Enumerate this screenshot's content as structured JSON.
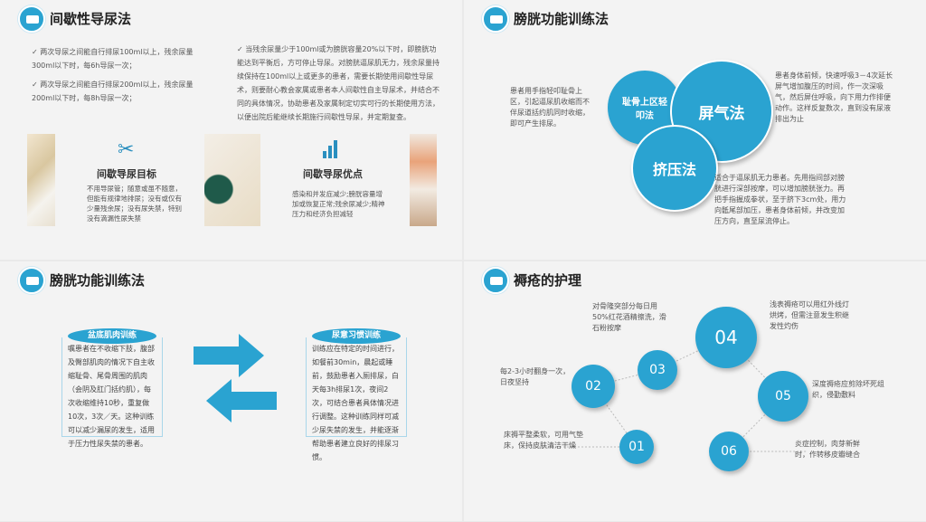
{
  "q1": {
    "title": "间歇性导尿法",
    "bullets_left": [
      "两次导尿之间能自行排尿100ml以上，残余尿量300ml以下时，每6h导尿一次；",
      "两次导尿之间能自行排尿200ml以上，残余尿量200ml以下时，每8h导尿一次；"
    ],
    "bullet_right": "当残余尿量少于100ml或为膀胱容量20%以下时，即膀胱功能达到平衡后，方可停止导尿。对膀胱逼尿肌无力，残余尿量持续保持在100ml以上或更多的患者，需要长期使用间歇性导尿术，则要耐心教会家属或患者本人间歇性自主导尿术，并结合不同的具体情况，协助患者及家属制定切实可行的长期使用方法，以便出院后能继续长期施行间歇性导尿，并定期复查。",
    "cards": [
      {
        "title": "间歇导尿目标",
        "text": "不用导尿管；随意或虽不随意，但能有规律地排尿；没有或仅有少量残余尿；没有尿失禁，特别没有滴漏性尿失禁",
        "icon": "tools-icon"
      },
      {
        "title": "间歇导尿优点",
        "text": "感染和并发症减少;膀胱容量增加或恢复正常;残余尿减少;精神压力和经济负担减轻",
        "icon": "chart-gear-icon"
      }
    ]
  },
  "q2": {
    "title": "膀胱功能训练法",
    "c1": "耻骨上区轻叩法",
    "c2": "屏气法",
    "c3": "挤压法",
    "t1": "患者用手指轻叩耻骨上区，引起逼尿肌收缩而不伴尿道括约肌同时收缩，即可产生排尿。",
    "t2": "患者身体前倾，快速呼吸3－4次延长屏气增加腹压的时间，作一次深吸气，然后屏住呼吸，向下用力作排便动作。这样反复数次，直到没有尿液排出为止",
    "t3": "适合于逼尿肌无力患者。先用指间部对膀胱进行深部按摩，可以增加膀胱张力。再把手指握成拳状，至于脐下3cm处，用力向骶尾部加压，患者身体前倾，并改变加压方向，直至尿流停止。"
  },
  "q3": {
    "title": "膀胱功能训练法",
    "left_title": "盆底肌肉训练",
    "left_text": "嘱患者在不收缩下肢，腹部及臀部肌肉的情况下自主收缩耻骨、尾骨周围的肌肉（会阴及肛门括约肌），每次收缩维持10秒，重复做10次，3次／天。这种训练可以减少漏尿的发生，适用于压力性尿失禁的患者。",
    "right_title": "尿意习惯训练",
    "right_text": "训练应在特定的时间进行，如餐前30min，晨起或睡前，鼓励患者入厕排尿，白天每3h排尿1次，夜间2次，可结合患者具体情况进行调整。这种训练同样可减少尿失禁的发生，并能逐渐帮助患者建立良好的排尿习惯。"
  },
  "q4": {
    "title": "褥疮的护理",
    "steps": [
      {
        "n": "01",
        "text": "床褥平整柔软，可用气垫床，保持皮肤清洁干燥"
      },
      {
        "n": "02",
        "text": "每2-3小时翻身一次，日夜坚持"
      },
      {
        "n": "03",
        "text": "对骨隆突部分每日用50%红花酒精擦洗，滑石粉按摩"
      },
      {
        "n": "04",
        "text": "浅表褥疮可以用红外线灯烘烤，但需注意发生积继发性灼伤"
      },
      {
        "n": "05",
        "text": "深度褥疮应剪除坏死组织，侵勤敷料"
      },
      {
        "n": "06",
        "text": "炎症控制，肉芽新鲜时，作转移皮瓣缝合"
      }
    ]
  }
}
